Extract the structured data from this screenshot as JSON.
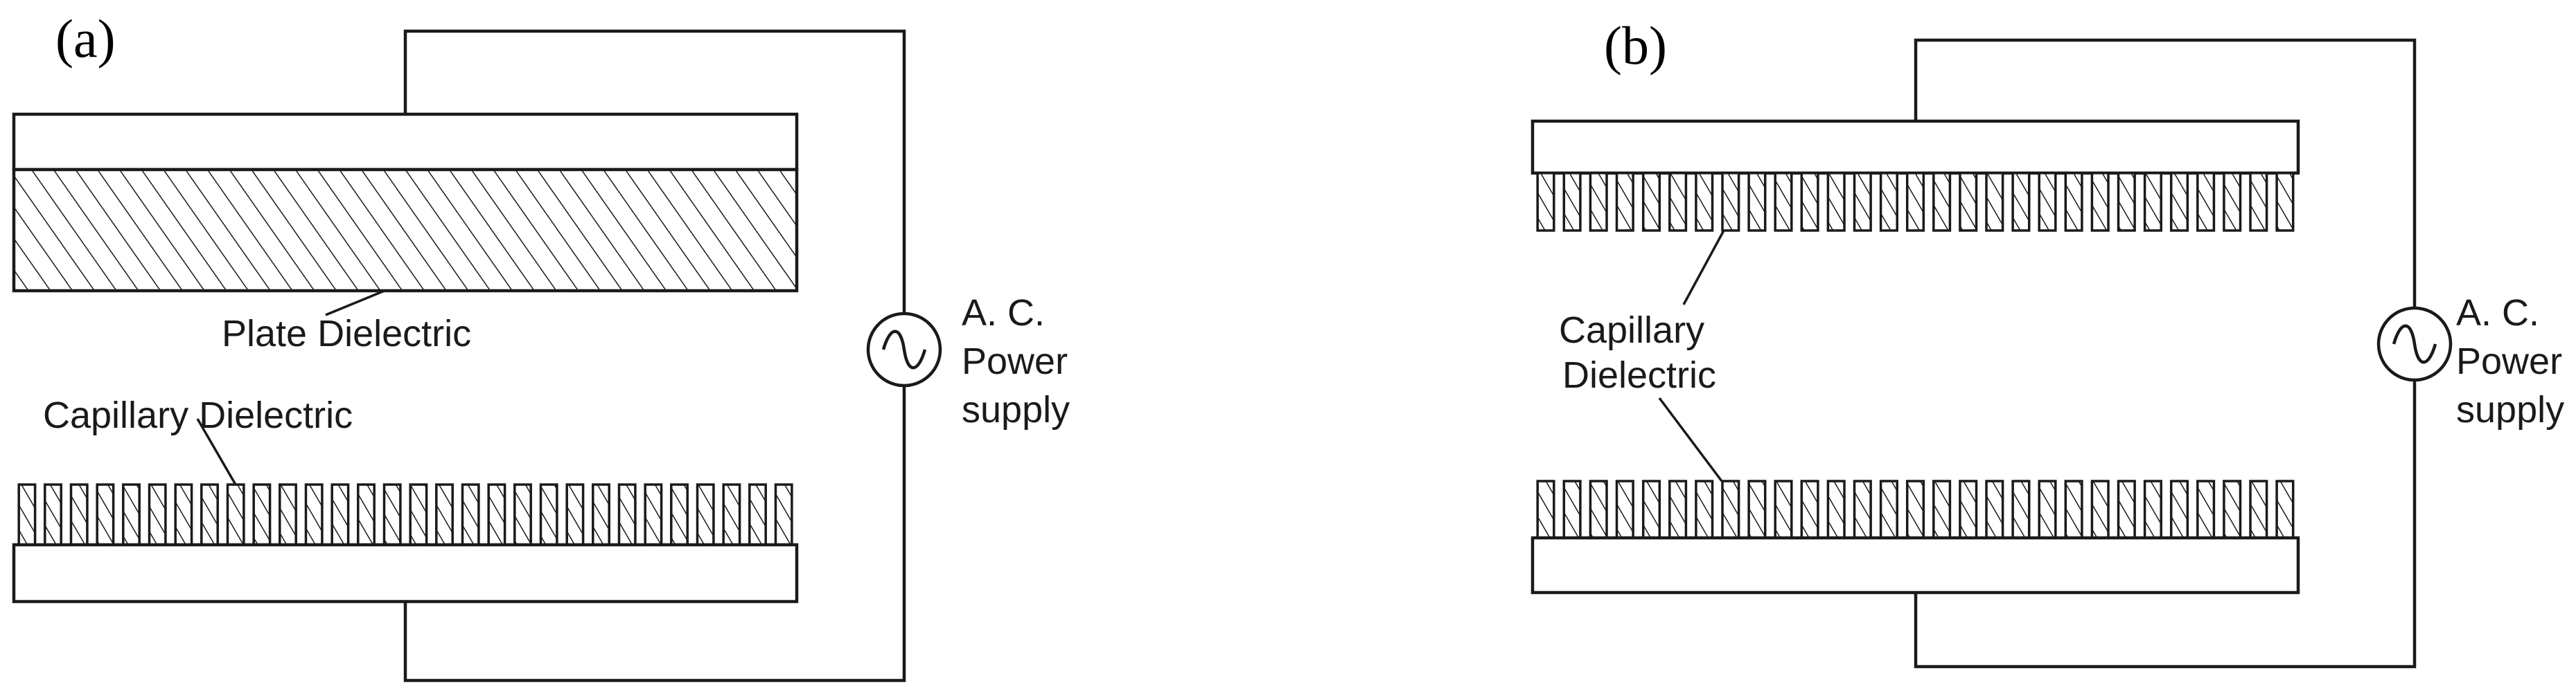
{
  "panels": [
    {
      "id": "a",
      "label": "(a)",
      "callouts": {
        "plate_dielectric": "Plate Dielectric",
        "capillary_dielectric": "Capillary Dielectric"
      },
      "power_supply": {
        "line1": "A. C.",
        "line2": "Power",
        "line3": "supply"
      }
    },
    {
      "id": "b",
      "label": "(b)",
      "callouts": {
        "capillary_line1": "Capillary",
        "capillary_line2": "Dielectric"
      },
      "power_supply": {
        "line1": "A. C.",
        "line2": "Power",
        "line3": "supply"
      }
    }
  ],
  "colors": {
    "ink": "#1a1a1a",
    "background": "#ffffff"
  }
}
